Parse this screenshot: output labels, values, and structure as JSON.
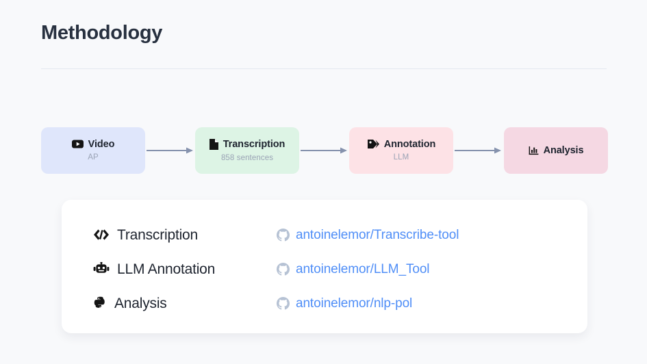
{
  "page": {
    "title": "Methodology",
    "background_color": "#f8f9fb",
    "divider_color": "#e3e8f0"
  },
  "flow": {
    "arrow_color": "#8592ad",
    "steps": [
      {
        "id": "video",
        "icon": "youtube-icon",
        "label": "Video",
        "sublabel": "AP",
        "color": "#dfe6fb"
      },
      {
        "id": "transcription",
        "icon": "file-document-icon",
        "label": "Transcription",
        "sublabel": "858 sentences",
        "color": "#ddf4e5"
      },
      {
        "id": "annotation",
        "icon": "tags-icon",
        "label": "Annotation",
        "sublabel": "LLM",
        "color": "#fde2e6"
      },
      {
        "id": "analysis",
        "icon": "bar-chart-icon",
        "label": "Analysis",
        "sublabel": "",
        "color": "#f5d8e3"
      }
    ]
  },
  "links_card": {
    "link_color": "#4f8ef7",
    "github_icon_color": "#b6c2d4",
    "rows": [
      {
        "icon": "code-brackets-icon",
        "name": "Transcription",
        "repo": "antoinelemor/Transcribe-tool"
      },
      {
        "icon": "robot-icon",
        "name": "LLM Annotation",
        "repo": "antoinelemor/LLM_Tool"
      },
      {
        "icon": "python-icon",
        "name": "Analysis",
        "repo": "antoinelemor/nlp-pol"
      }
    ]
  }
}
